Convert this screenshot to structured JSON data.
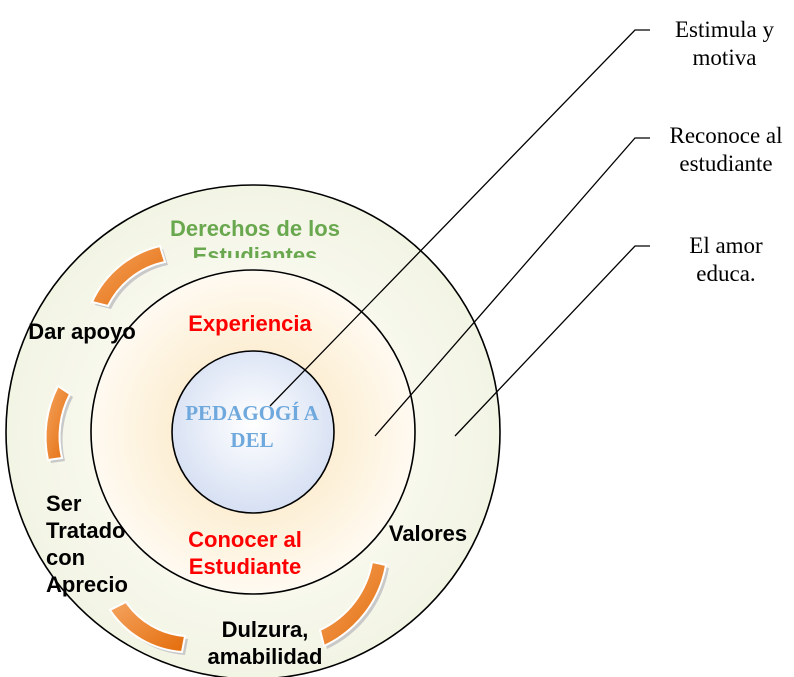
{
  "colors": {
    "green_text": "#6aa84f",
    "red_text": "#ff0000",
    "blue_text": "#6fa8dc",
    "arrow_orange": "#ed7d31"
  },
  "center": {
    "text": "PEDAGOGÍ A DEL"
  },
  "middle_ring": {
    "top": "Experiencia",
    "bottom": "Conocer al Estudiante"
  },
  "outer_ring": {
    "top": "Derechos de los Estudiantes",
    "left_top": "Dar apoyo",
    "left_bottom": "Ser Tratado con Aprecio",
    "bottom": "Dulzura, amabilidad",
    "right": "Valores"
  },
  "callouts": [
    {
      "text": "Estimula y motiva"
    },
    {
      "text": "Reconoce al estudiante"
    },
    {
      "text": "El amor educa."
    }
  ]
}
